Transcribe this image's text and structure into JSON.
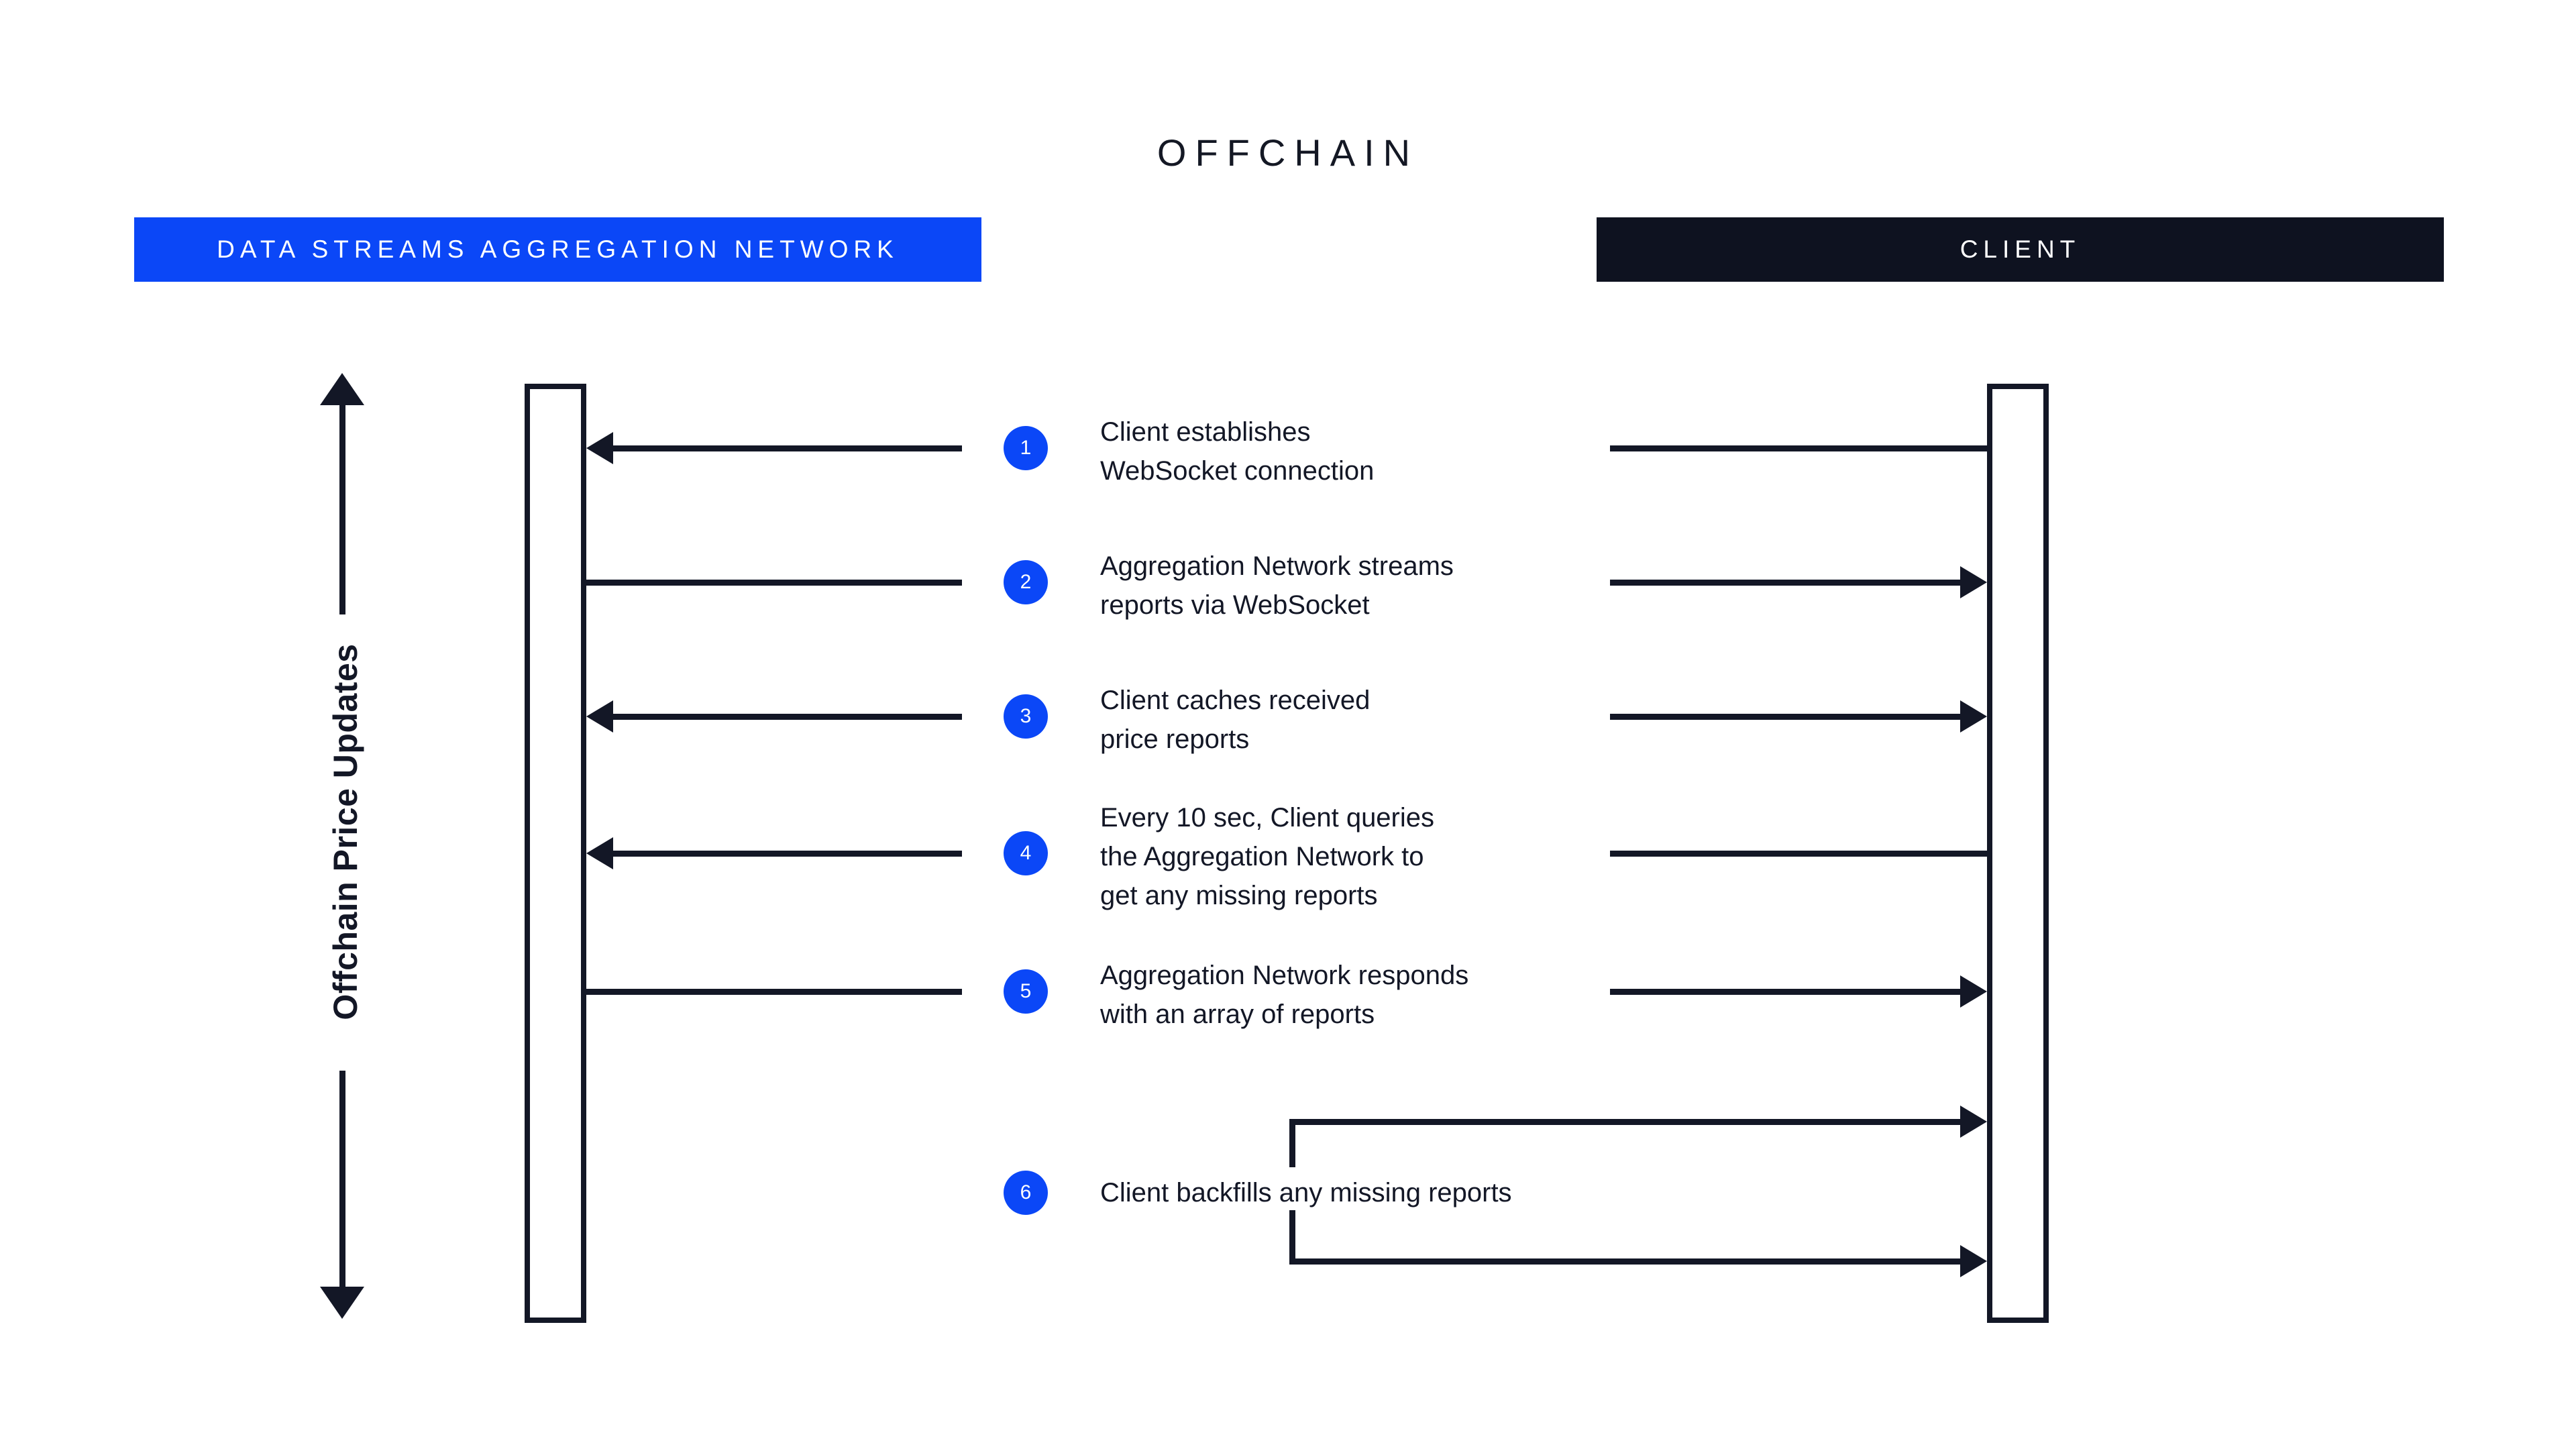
{
  "diagram": {
    "title": "OFFCHAIN",
    "axis_label": "Offchain Price Updates",
    "lanes": [
      {
        "id": "aggregation-network",
        "label": "DATA STREAMS AGGREGATION NETWORK",
        "color": "#0b47f7"
      },
      {
        "id": "client",
        "label": "CLIENT",
        "color": "#0e1220"
      }
    ],
    "accent_color": "#0b47f7",
    "line_color": "#131726",
    "steps": [
      {
        "number": "1",
        "lines": [
          "Client establishes",
          "WebSocket connection"
        ],
        "direction": "client-to-network"
      },
      {
        "number": "2",
        "lines": [
          "Aggregation Network streams",
          "reports via WebSocket"
        ],
        "direction": "network-to-client"
      },
      {
        "number": "3",
        "lines": [
          "Client caches received",
          "price reports"
        ],
        "direction": "both"
      },
      {
        "number": "4",
        "lines": [
          "Every 10 sec, Client queries",
          "the Aggregation Network to",
          "get any missing reports"
        ],
        "direction": "client-to-network"
      },
      {
        "number": "5",
        "lines": [
          "Aggregation Network responds",
          "with an array of reports"
        ],
        "direction": "network-to-client"
      },
      {
        "number": "6",
        "lines": [
          "Client backfills any missing reports"
        ],
        "direction": "client-self"
      }
    ]
  }
}
